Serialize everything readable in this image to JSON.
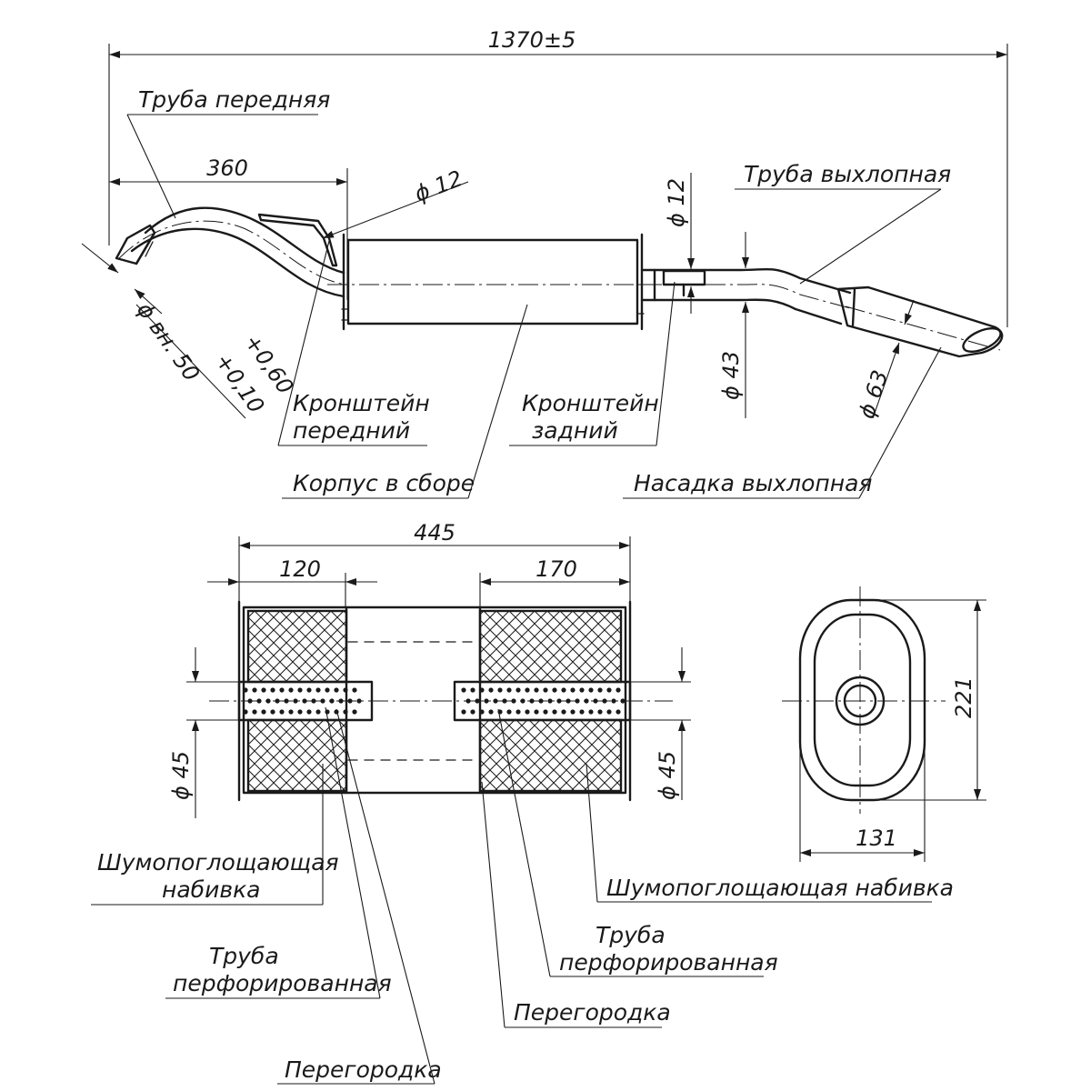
{
  "dimensions": {
    "overall_length": "1370±5",
    "front_pipe_length": "360",
    "bracket_front_dia": "ϕ 12",
    "bracket_rear_dia": "ϕ 12",
    "inlet_dia_line1": "ϕ вн. 50",
    "inlet_tol_upper": "+0,60",
    "inlet_tol_lower": "+0,10",
    "tail_pipe_dia": "ϕ 43",
    "tip_dia": "ϕ 63",
    "body_length": "445",
    "inlet_chamber": "120",
    "outlet_chamber": "170",
    "left_pipe_dia": "ϕ 45",
    "right_pipe_dia": "ϕ 45",
    "body_height": "221",
    "body_width": "131"
  },
  "labels": {
    "front_pipe": "Труба передняя",
    "exhaust_pipe": "Труба выхлопная",
    "bracket_front_1": "Кронштейн",
    "bracket_front_2": "передний",
    "bracket_rear_1": "Кронштейн",
    "bracket_rear_2": "задний",
    "body_assembly": "Корпус в сборе",
    "exhaust_tip": "Насадка выхлопная",
    "packing_left_1": "Шумопоглощающая",
    "packing_left_2": "набивка",
    "packing_right": "Шумопоглощающая набивка",
    "perf_pipe_left_1": "Труба",
    "perf_pipe_left_2": "перфорированная",
    "perf_pipe_right_1": "Труба",
    "perf_pipe_right_2": "перфорированная",
    "baffle_left": "Перегородка",
    "baffle_right": "Перегородка"
  }
}
